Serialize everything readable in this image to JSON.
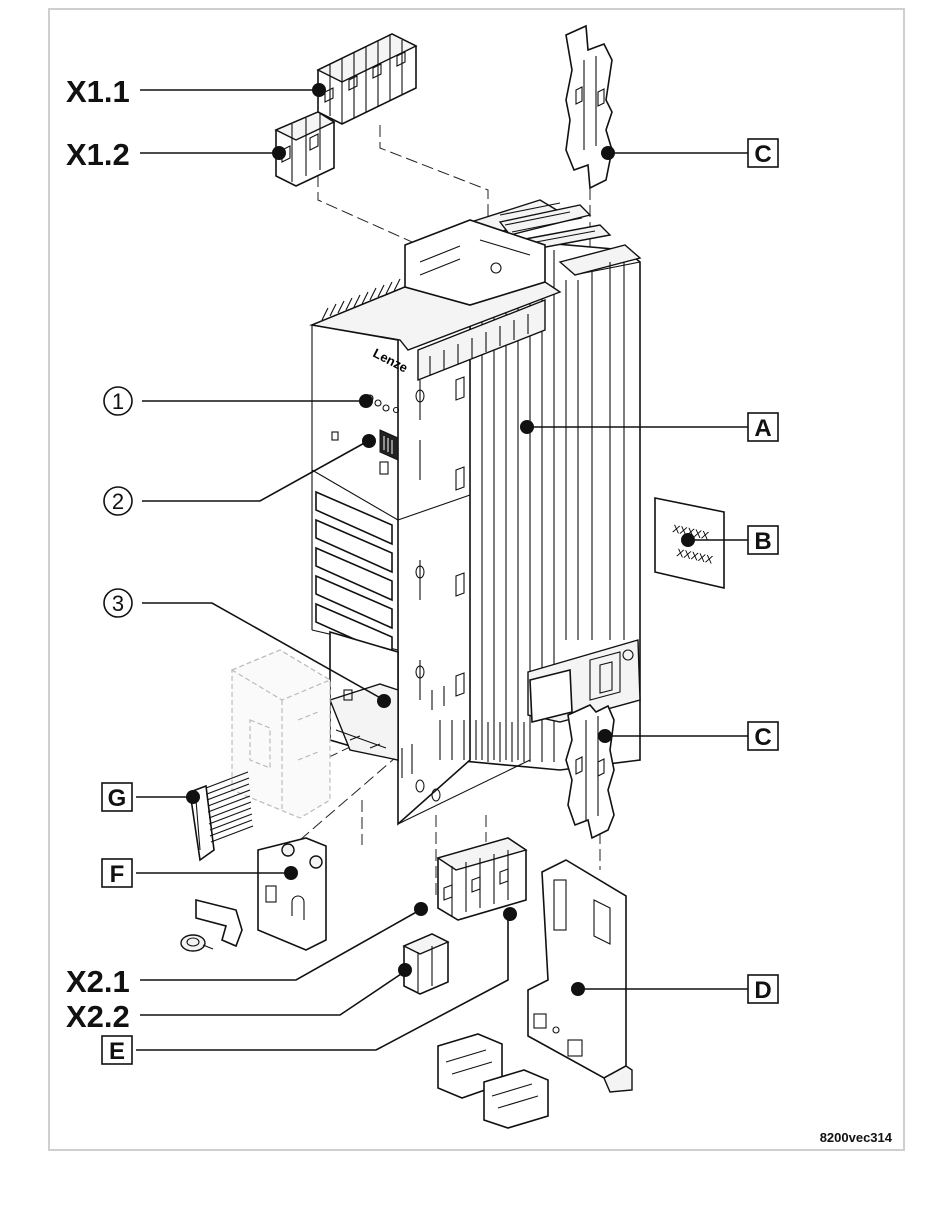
{
  "figure_code": "8200vec314",
  "labels": {
    "x1_1": "X1.1",
    "x1_2": "X1.2",
    "x2_1": "X2.1",
    "x2_2": "X2.2",
    "circ_1": "①",
    "circ_2": "②",
    "circ_3": "③",
    "box_a": "A",
    "box_b": "B",
    "box_c_top": "C",
    "box_c_bottom": "C",
    "box_d": "D",
    "box_e": "E",
    "box_f": "F",
    "box_g": "G"
  },
  "device": {
    "brand": "Lenze",
    "nameplate_text_1": "XXXXX",
    "nameplate_text_2": "XXXXX"
  }
}
